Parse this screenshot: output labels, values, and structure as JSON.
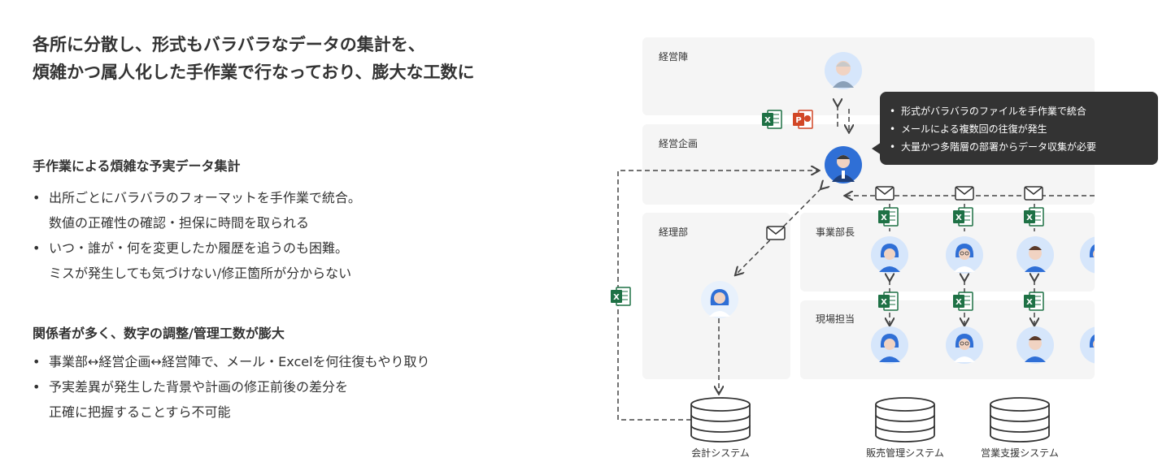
{
  "heading": {
    "line1": "各所に分散し、形式もバラバラなデータの集計を、",
    "line2": "煩雑かつ属人化した手作業で行なっており、膨大な工数に"
  },
  "section1": {
    "title": "手作業による煩雑な予実データ集計",
    "bullets": [
      {
        "line1": "出所ごとにバラバラのフォーマットを手作業で統合。",
        "line2": "数値の正確性の確認・担保に時間を取られる"
      },
      {
        "line1": "いつ・誰が・何を変更したか履歴を追うのも困難。",
        "line2": "ミスが発生しても気づけない/修正箇所が分からない"
      }
    ]
  },
  "section2": {
    "title": "関係者が多く、数字の調整/管理工数が膨大",
    "bullets": [
      {
        "line1": "事業部↔経営企画↔経営陣で、メール・Excelを何往復もやり取り",
        "line2": ""
      },
      {
        "line1": "予実差異が発生した背景や計画の修正前後の差分を",
        "line2": "正確に把握することすら不可能"
      }
    ]
  },
  "diagram": {
    "panels": {
      "executives": "経営陣",
      "planning": "経営企画",
      "accounting": "経理部",
      "division_heads": "事業部長",
      "field_staff": "現場担当"
    },
    "callout": [
      "形式がバラバラのファイルを手作業で統合",
      "メールによる複数回の往復が発生",
      "大量かつ多階層の部署からデータ収集が必要"
    ],
    "systems": {
      "accounting": "会計システム",
      "sales": "販売管理システム",
      "sales_support": "営業支援システム"
    },
    "icons": {
      "excel": "excel-icon",
      "powerpoint": "powerpoint-icon",
      "mail": "mail-icon",
      "database": "database-icon",
      "avatar": "person-avatar"
    },
    "colors": {
      "panel_bg": "#f5f5f5",
      "callout_bg": "#333333",
      "excel_green": "#1e7145",
      "ppt_red": "#d24726",
      "avatar_blue": "#2f6fd6",
      "avatar_bg": "#d6e6fb",
      "line": "#444444"
    }
  }
}
